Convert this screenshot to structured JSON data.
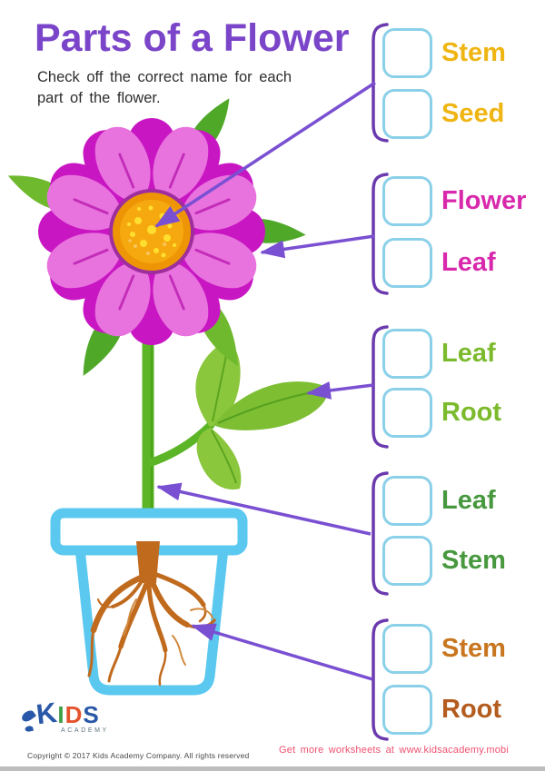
{
  "header": {
    "title": "Parts of a Flower",
    "instructions": "Check off the correct name for each part of the flower."
  },
  "quiz": {
    "groups": [
      {
        "part": "flower-center",
        "options": [
          {
            "label": "Stem"
          },
          {
            "label": "Seed"
          }
        ]
      },
      {
        "part": "flower-head",
        "options": [
          {
            "label": "Flower"
          },
          {
            "label": "Leaf"
          }
        ]
      },
      {
        "part": "leaf",
        "options": [
          {
            "label": "Leaf"
          },
          {
            "label": "Root"
          }
        ]
      },
      {
        "part": "stem",
        "options": [
          {
            "label": "Leaf"
          },
          {
            "label": "Stem"
          }
        ]
      },
      {
        "part": "roots",
        "options": [
          {
            "label": "Stem"
          },
          {
            "label": "Root"
          }
        ]
      }
    ]
  },
  "footer": {
    "copyright": "Copyright © 2017 Kids Academy Company. All rights reserved",
    "promo": "Get more worksheets at www.kidsacademy.mobi"
  },
  "logo": {
    "letters": {
      "k": "K",
      "i": "I",
      "d": "D",
      "s": "S"
    },
    "subtitle": "ACADEMY"
  },
  "colors": {
    "title_purple": "#7B45C9",
    "label_gold": "#EFB512",
    "label_magenta": "#D829AC",
    "label_green": "#7CBA2D",
    "label_dark_green": "#47983E",
    "label_brown": "#C8761F",
    "label_dark_brown": "#B35C1E",
    "checkbox_border": "#8BD0E9",
    "bracket_purple": "#6B3AAE",
    "arrow_purple": "#7A50D2",
    "pot_blue": "#5BC8F0",
    "petal_dark": "#C916C3",
    "petal_light": "#E873DE",
    "center_orange": "#EE9506",
    "stem_green": "#5CB526",
    "root_brown": "#C06A1E",
    "promo_pink": "#EE5170"
  }
}
